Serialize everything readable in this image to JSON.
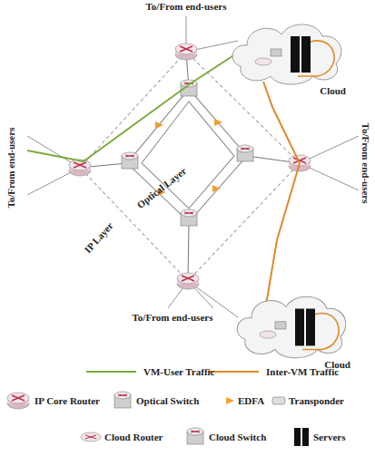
{
  "diagram": {
    "nodes": [
      {
        "text": [
          "Cloud"
        ]
      },
      {
        "text": [
          "Cloud"
        ]
      }
    ],
    "edges": [
      {
        "from": 0,
        "to": 1,
        "arrow": "none"
      }
    ],
    "labels": [
      "To/From end-users",
      "To/From end-users",
      "To/From end-users",
      "To/From end-users",
      "Optical Layer",
      "IP Layer"
    ],
    "legend": [
      {
        "text": "VM-User Traffic"
      },
      {
        "text": "Inter-VM Traffic"
      },
      {
        "text": "IP Core Router"
      },
      {
        "text": "Optical Switch"
      },
      {
        "text": "EDFA"
      },
      {
        "text": "Transponder"
      },
      {
        "text": "Cloud Router"
      },
      {
        "text": "Cloud Switch"
      },
      {
        "text": "Servers"
      }
    ]
  }
}
